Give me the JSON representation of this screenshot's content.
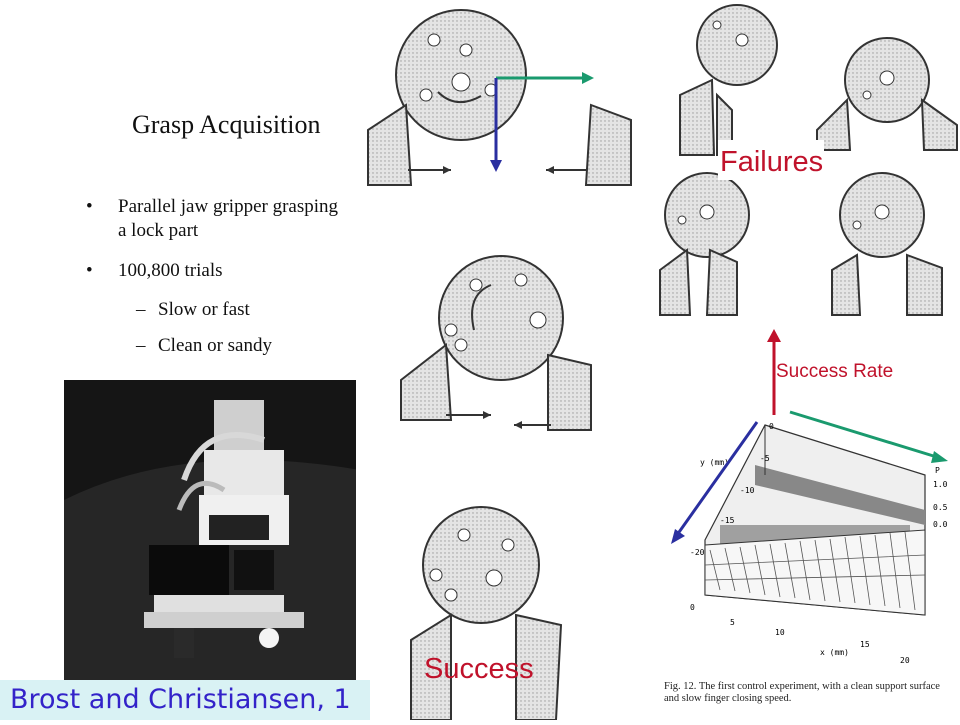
{
  "slide": {
    "title": "Grasp Acquisition",
    "bullets": [
      {
        "text": "Parallel jaw gripper grasping a lock part",
        "level": 1
      },
      {
        "text": "100,800 trials",
        "level": 1
      },
      {
        "text": "Slow or fast",
        "level": 2
      },
      {
        "text": "Clean or sandy",
        "level": 2
      }
    ],
    "citation": "Brost and Christiansen, 1"
  },
  "figure": {
    "failures_label": "Failures",
    "success_label": "Success",
    "success_rate_label": "Success Rate",
    "caption": "Fig. 12. The first control experiment, with a clean support surface and slow finger closing speed.",
    "plot": {
      "y_axis_title": "y (mm)",
      "x_axis_title": "x (mm)",
      "p_axis_title": "P",
      "y_ticks": [
        "0",
        "-5",
        "-10",
        "-15",
        "-20"
      ],
      "x_ticks": [
        "0",
        "5",
        "10",
        "15",
        "20"
      ],
      "p_ticks": [
        "1.0",
        "0.5",
        "0.0"
      ]
    },
    "colors": {
      "red": "#c0122b",
      "green": "#1a9a6e",
      "blue": "#2a2fa0",
      "citation_bg": "#d9f2f4",
      "citation_text": "#3323c9"
    }
  }
}
